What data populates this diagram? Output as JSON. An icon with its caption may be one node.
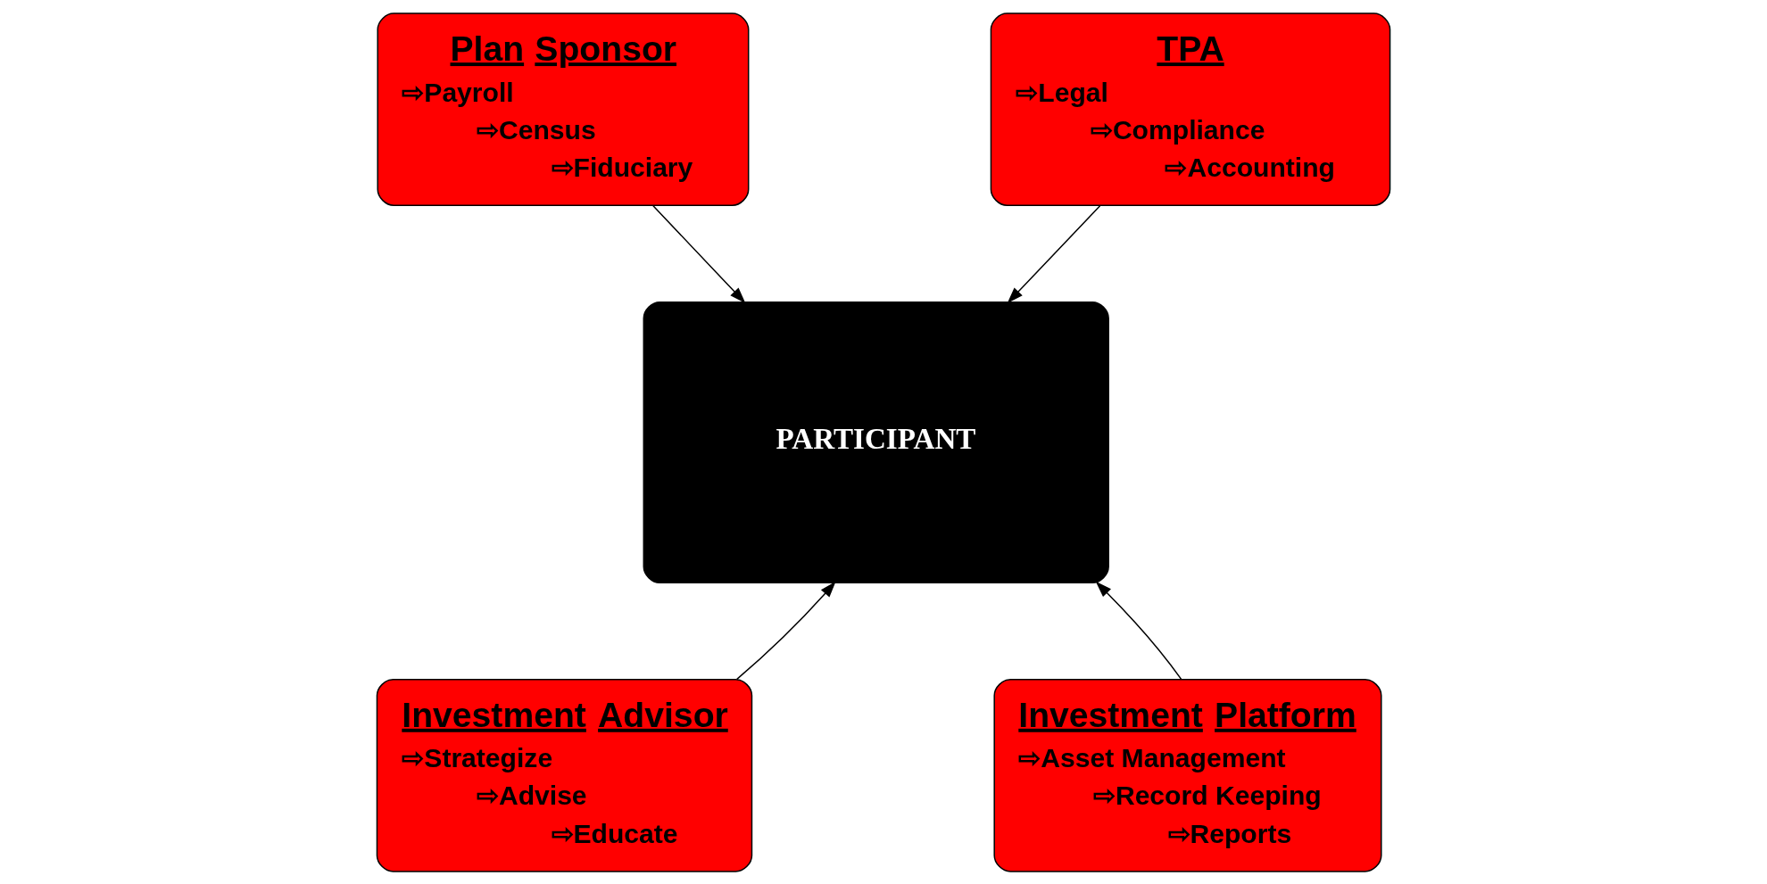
{
  "diagram": {
    "nodes": [
      {
        "text": [
          "Plan Sponsor",
          "⇨Payroll",
          "⇨Census",
          "⇨Fiduciary"
        ]
      },
      {
        "text": [
          "TPA",
          "⇨Legal",
          "⇨Compliance",
          "⇨Accounting"
        ]
      },
      {
        "text": [
          "PARTICIPANT"
        ]
      },
      {
        "text": [
          "Investment Advisor",
          "⇨Strategize",
          "⇨Advise",
          "⇨Educate"
        ]
      },
      {
        "text": [
          "Investment Platform",
          "⇨Asset Management",
          "⇨Record Keeping",
          "⇨Reports"
        ]
      }
    ],
    "edges": [
      {
        "from": 0,
        "to": 2,
        "arrow": "to"
      },
      {
        "from": 1,
        "to": 2,
        "arrow": "to"
      },
      {
        "from": 3,
        "to": 2,
        "arrow": "to"
      },
      {
        "from": 4,
        "to": 2,
        "arrow": "to"
      }
    ]
  }
}
